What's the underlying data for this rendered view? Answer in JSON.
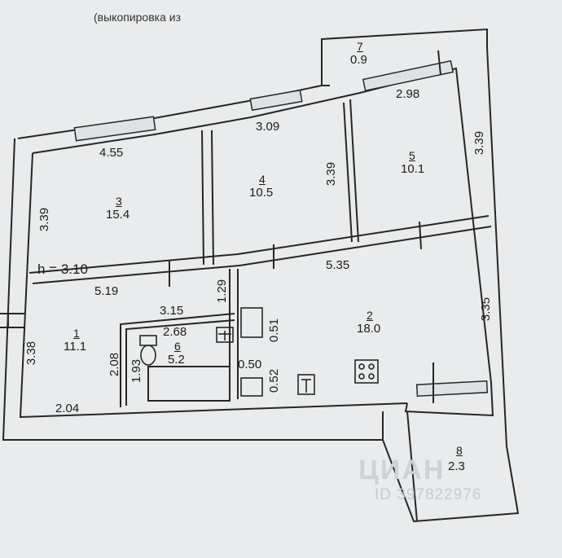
{
  "header": {
    "caption": "(выкопировка из"
  },
  "height_label": "h = 3.10",
  "rooms": [
    {
      "num": "1",
      "area": "11.1"
    },
    {
      "num": "2",
      "area": "18.0"
    },
    {
      "num": "3",
      "area": "15.4"
    },
    {
      "num": "4",
      "area": "10.5"
    },
    {
      "num": "5",
      "area": "10.1"
    },
    {
      "num": "6",
      "area": "5.2"
    },
    {
      "num": "7",
      "area": "0.9"
    },
    {
      "num": "8",
      "area": "2.3"
    }
  ],
  "dimensions": {
    "r3_top": "4.55",
    "r3_side": "3.39",
    "r4_top": "3.09",
    "r4_side": "3.39",
    "r5_top": "2.98",
    "r5_side": "3.39",
    "r1_top": "5.19",
    "r1_side": "3.38",
    "r1_bottom": "2.04",
    "r2_top": "5.35",
    "r2_side": "3.35",
    "corr_w": "3.15",
    "corr_v": "1.29",
    "bath_w": "2.68",
    "bath_h": "1.93",
    "bath_h2": "2.08",
    "niche_w": "0.50",
    "niche_h": "0.52",
    "shaft_h": "0.51"
  },
  "watermark": {
    "brand": "ЦИАН",
    "id": "ID 397822976"
  }
}
